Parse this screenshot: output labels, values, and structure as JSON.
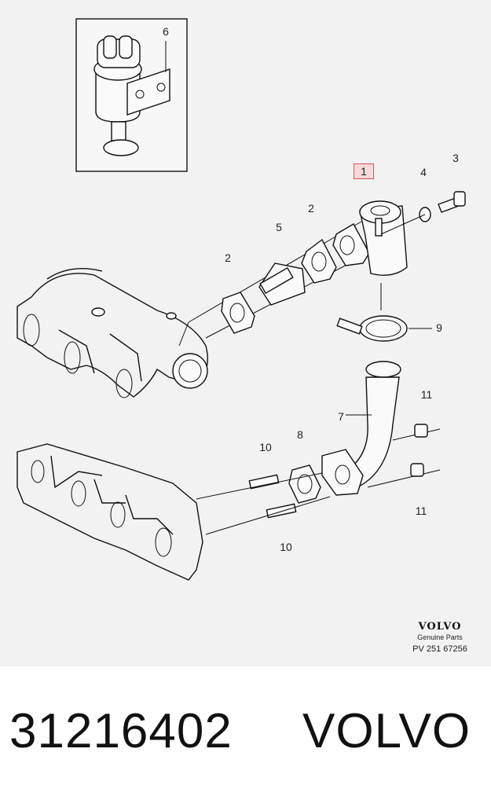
{
  "callouts": {
    "c1": "1",
    "c2a": "2",
    "c2b": "2",
    "c3": "3",
    "c4": "4",
    "c5": "5",
    "c6": "6",
    "c7": "7",
    "c8": "8",
    "c9": "9",
    "c10a": "10",
    "c10b": "10",
    "c11a": "11",
    "c11b": "11"
  },
  "brand_block": {
    "logo_text": "VOLVO",
    "subtitle": "Genuine Parts",
    "pv_code": "PV 251 67256"
  },
  "footer": {
    "part_number": "31216402",
    "brand": "VOLVO"
  },
  "colors": {
    "highlight_border": "#d9534f",
    "highlight_fill": "#f7d9da",
    "diagram_bg": "#f2f2f2"
  }
}
